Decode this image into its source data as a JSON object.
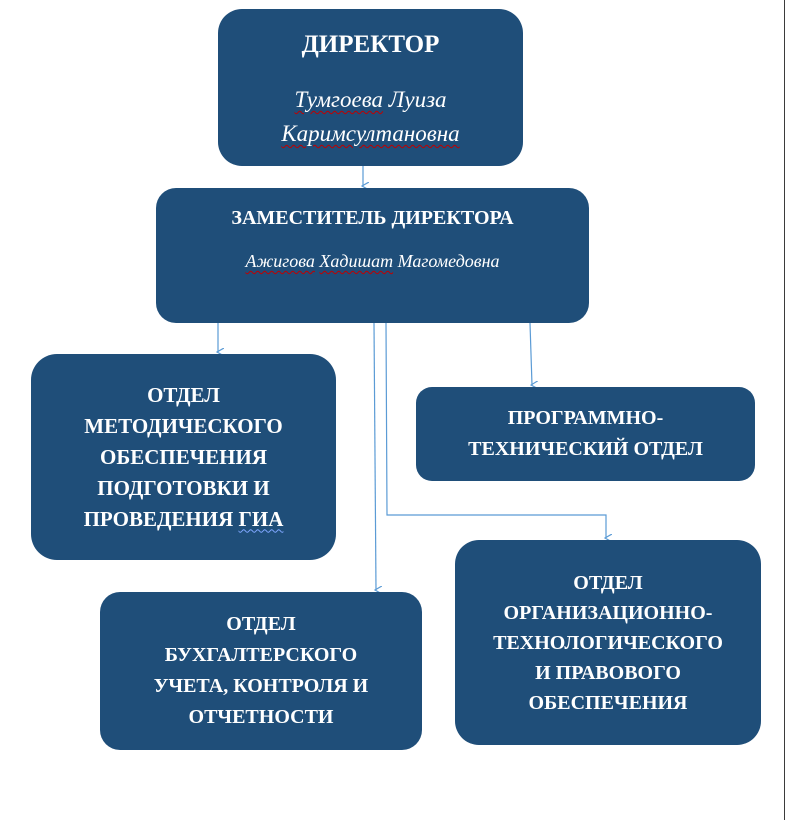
{
  "director": {
    "title": "ДИРЕКТОР",
    "name_line1": [
      "Тумгоева",
      "Луиза"
    ],
    "name_line2": "Каримсултановна"
  },
  "deputy": {
    "title": "ЗАМЕСТИТЕЛЬ ДИРЕКТОРА",
    "name": [
      "Ажигова",
      "Хадишат",
      "Магомедовна"
    ]
  },
  "departments": {
    "methodic": {
      "lines": [
        "ОТДЕЛ",
        "МЕТОДИЧЕСКОГО",
        "ОБЕСПЕЧЕНИЯ",
        "ПОДГОТОВКИ И"
      ],
      "last_prefix": "ПРОВЕДЕНИЯ ",
      "last_abbr": "ГИА"
    },
    "tech": "ПРОГРАММНО-\nТЕХНИЧЕСКИЙ ОТДЕЛ",
    "accounting": "ОТДЕЛ\nБУХГАЛТЕРСКОГО\nУЧЕТА, КОНТРОЛЯ И\nОТЧЕТНОСТИ",
    "legal": "ОТДЕЛ\nОРГАНИЗАЦИОННО-\nТЕХНОЛОГИЧЕСКОГО\nИ ПРАВОВОГО\nОБЕСПЕЧЕНИЯ"
  },
  "colors": {
    "box_fill": "#1f4e79",
    "box_text": "#ffffff",
    "connector": "#5b9bd5"
  }
}
